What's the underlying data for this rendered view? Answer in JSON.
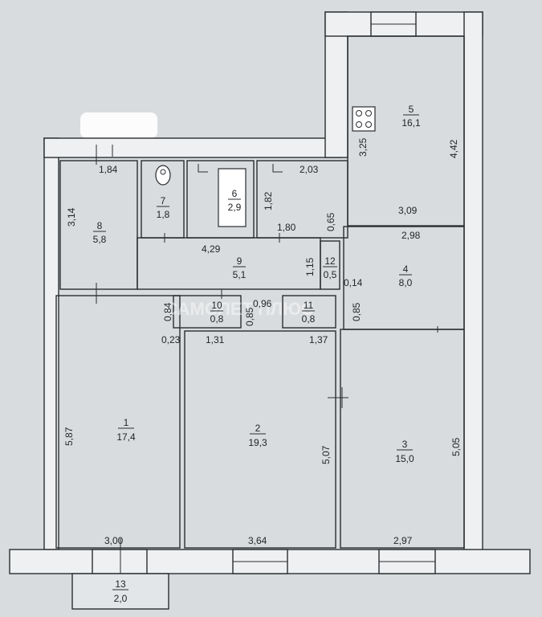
{
  "rooms": [
    {
      "num": "1",
      "area": "17,4"
    },
    {
      "num": "2",
      "area": "19,3"
    },
    {
      "num": "3",
      "area": "15,0"
    },
    {
      "num": "4",
      "area": "8,0"
    },
    {
      "num": "5",
      "area": "16,1"
    },
    {
      "num": "6",
      "area": "2,9"
    },
    {
      "num": "7",
      "area": "1,8"
    },
    {
      "num": "8",
      "area": "5,8"
    },
    {
      "num": "9",
      "area": "5,1"
    },
    {
      "num": "10",
      "area": "0,8"
    },
    {
      "num": "11",
      "area": "0,8"
    },
    {
      "num": "12",
      "area": "0,5"
    },
    {
      "num": "13",
      "area": "2,0"
    }
  ],
  "dimensions": {
    "d1_84": "1,84",
    "d3_14": "3,14",
    "d2_03": "2,03",
    "d3_25": "3,25",
    "d4_42": "4,42",
    "d1_82": "1,82",
    "d0_65": "0,65",
    "d3_09": "3,09",
    "d1_80": "1,80",
    "d2_98": "2,98",
    "d4_29": "4,29",
    "d1_15": "1,15",
    "d0_14": "0,14",
    "d0_84": "0,84",
    "d0_96": "0,96",
    "d0_85a": "0,85",
    "d0_85b": "0,85",
    "d0_23": "0,23",
    "d1_31": "1,31",
    "d1_37": "1,37",
    "d5_87": "5,87",
    "d5_07": "5,07",
    "d5_05": "5,05",
    "d3_00": "3,00",
    "d3_64": "3,64",
    "d2_97": "2,97"
  },
  "watermark": "САМОЛЕТ ПЛЮС"
}
